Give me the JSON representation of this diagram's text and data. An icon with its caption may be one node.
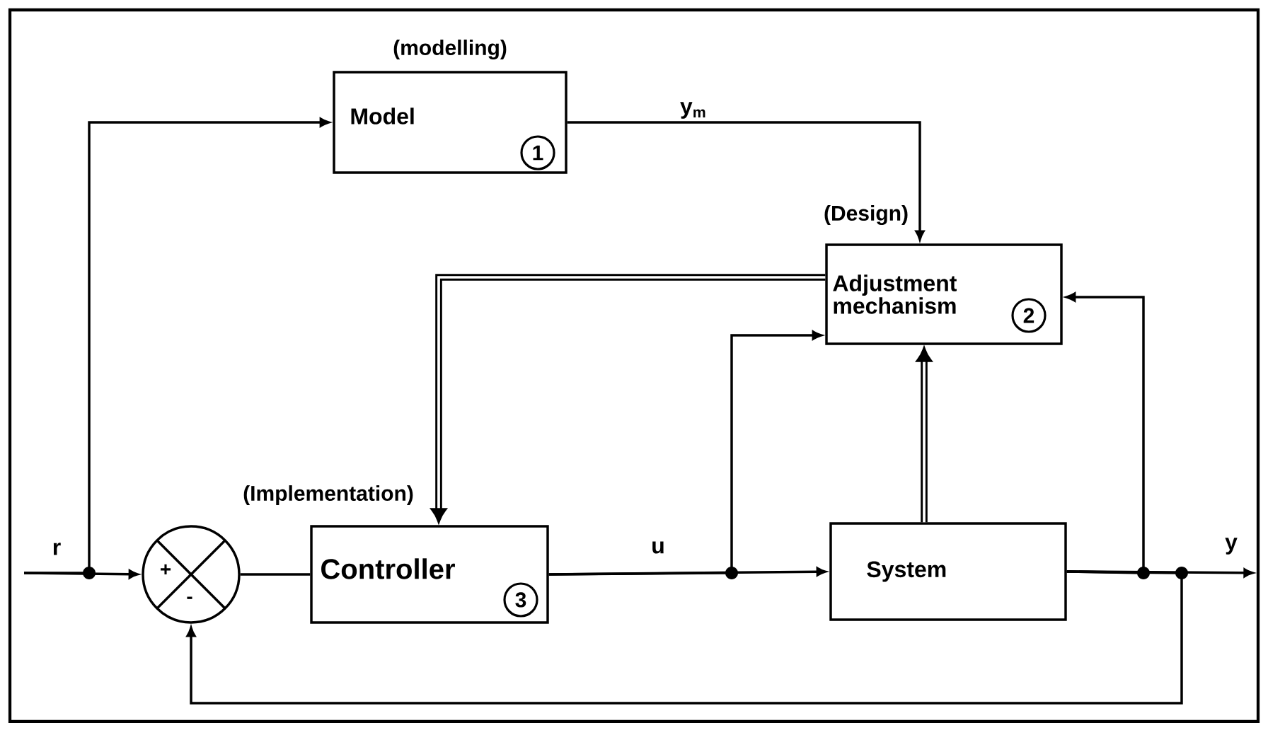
{
  "diagram": {
    "nodes": [
      {
        "text": [
          "(modelling)",
          "Model"
        ]
      },
      {
        "text": [
          "1"
        ],
        "in": 0
      },
      {
        "text": [
          "(Design)",
          "Adjustment mechanism"
        ]
      },
      {
        "text": [
          "2"
        ],
        "in": 2
      },
      {
        "text": [
          "+",
          "-"
        ]
      },
      {
        "text": [
          "(Implementation)",
          "Controller"
        ]
      },
      {
        "text": [
          "3"
        ],
        "in": 5
      },
      {
        "text": [
          "System"
        ]
      }
    ],
    "edges": [
      {
        "from": null,
        "to": 4,
        "arrow": "to",
        "label": "r"
      },
      {
        "from": null,
        "to": 0,
        "arrow": "to"
      },
      {
        "from": 0,
        "to": 2,
        "arrow": "to",
        "label": "y$_{m}$"
      },
      {
        "from": 2,
        "to": 5,
        "arrow": "to",
        "style": "thick"
      },
      {
        "from": 4,
        "to": 5,
        "arrow": "none"
      },
      {
        "from": 5,
        "to": 7,
        "arrow": "to",
        "label": "u"
      },
      {
        "from": 5,
        "to": 2,
        "arrow": "to"
      },
      {
        "from": 7,
        "to": 2,
        "arrow": "to",
        "style": "thick"
      },
      {
        "from": 7,
        "to": null,
        "arrow": "to",
        "label": "y"
      },
      {
        "from": 7,
        "to": 2,
        "arrow": "to"
      },
      {
        "from": 7,
        "to": 4,
        "arrow": "to"
      }
    ]
  }
}
